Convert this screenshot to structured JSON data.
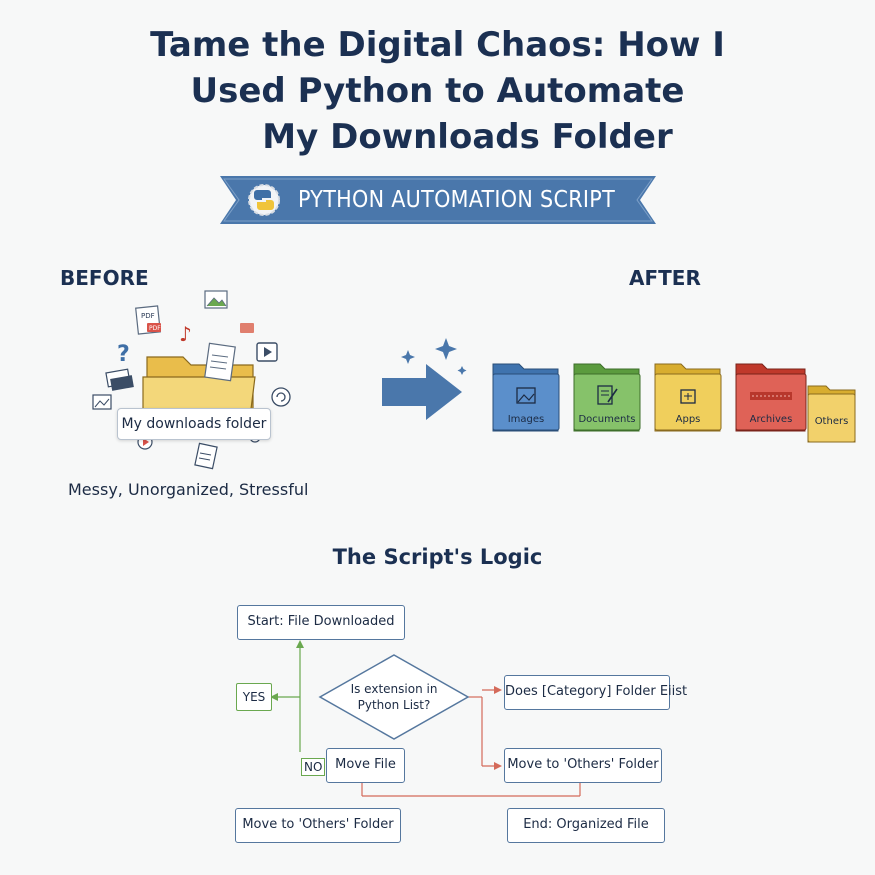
{
  "title": {
    "line1": "Tame the Digital Chaos: How I",
    "line2": "Used Python to Automate",
    "line3": "My Downloads Folder"
  },
  "banner": {
    "label": "PYTHON AUTOMATION SCRIPT",
    "color": "#4a77ab"
  },
  "before": {
    "heading": "BEFORE",
    "folder_label": "My downloads folder",
    "caption": "Messy, Unorganized, Stressful",
    "file_tags": [
      "PDF",
      "PDF"
    ]
  },
  "after": {
    "heading": "AFTER",
    "folders": [
      {
        "label": "Images",
        "color": "#4f87c4",
        "icon": "image-icon"
      },
      {
        "label": "Documents",
        "color": "#7bb65c",
        "icon": "document-edit-icon"
      },
      {
        "label": "Apps",
        "color": "#e9c84f",
        "icon": "archive-box-icon"
      },
      {
        "label": "Archives",
        "color": "#d9534a",
        "icon": "zip-icon"
      },
      {
        "label": "Others",
        "color": "#ecc95a",
        "icon": "folder-icon"
      }
    ]
  },
  "logic": {
    "title": "The Script's Logic",
    "start": "Start: File Downloaded",
    "decision_line1": "Is extension in",
    "decision_line2": "Python List?",
    "yes": "YES",
    "no": "NO",
    "category_check": "Does [Category] Folder Eiist",
    "move_file": "Move File",
    "move_others_right": "Move to 'Others' Folder",
    "move_others_left": "Move to 'Others' Folder",
    "end": "End: Organized File",
    "colors": {
      "box_border": "#55779e",
      "yes_line": "#6aa84f",
      "no_line": "#d46a5a"
    }
  }
}
